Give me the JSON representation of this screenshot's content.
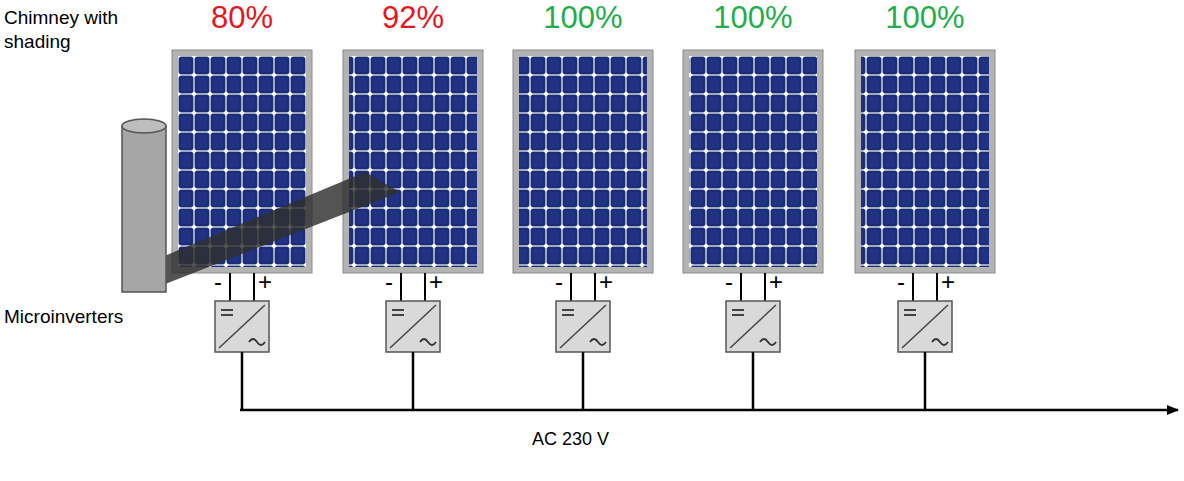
{
  "diagram": {
    "nodes": [
      {
        "text": [
          "80%"
        ]
      },
      {
        "text": [
          "92%"
        ]
      },
      {
        "text": [
          "100%"
        ]
      },
      {
        "text": [
          "100%"
        ]
      },
      {
        "text": [
          "100%"
        ]
      }
    ],
    "labels": [
      "Chimney with shading",
      "Microinverters",
      "-",
      "+",
      "-",
      "+",
      "-",
      "+",
      "-",
      "+",
      "-",
      "+",
      "AC 230 V"
    ]
  }
}
